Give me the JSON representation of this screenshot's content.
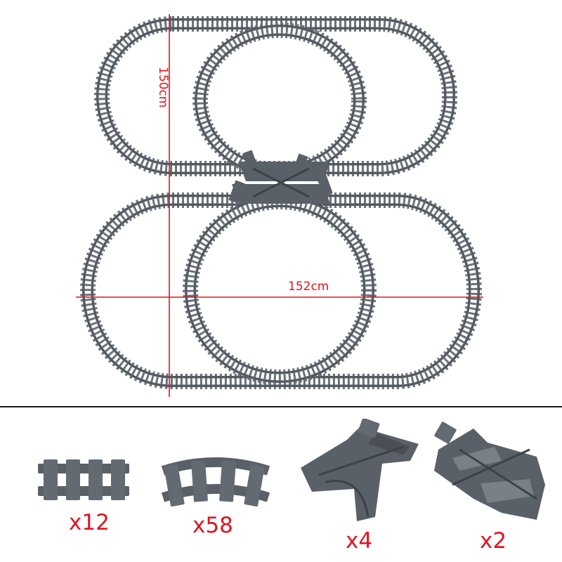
{
  "layout": {
    "width_label": "152cm",
    "height_label": "150cm",
    "track_color": "#545a62",
    "tie_color": "#6b7078",
    "dimension_color": "#e0141e"
  },
  "parts": [
    {
      "name": "straight-track",
      "count": "x12"
    },
    {
      "name": "curved-track",
      "count": "x58"
    },
    {
      "name": "switch-track",
      "count": "x4"
    },
    {
      "name": "crossing-track",
      "count": "x2"
    }
  ]
}
